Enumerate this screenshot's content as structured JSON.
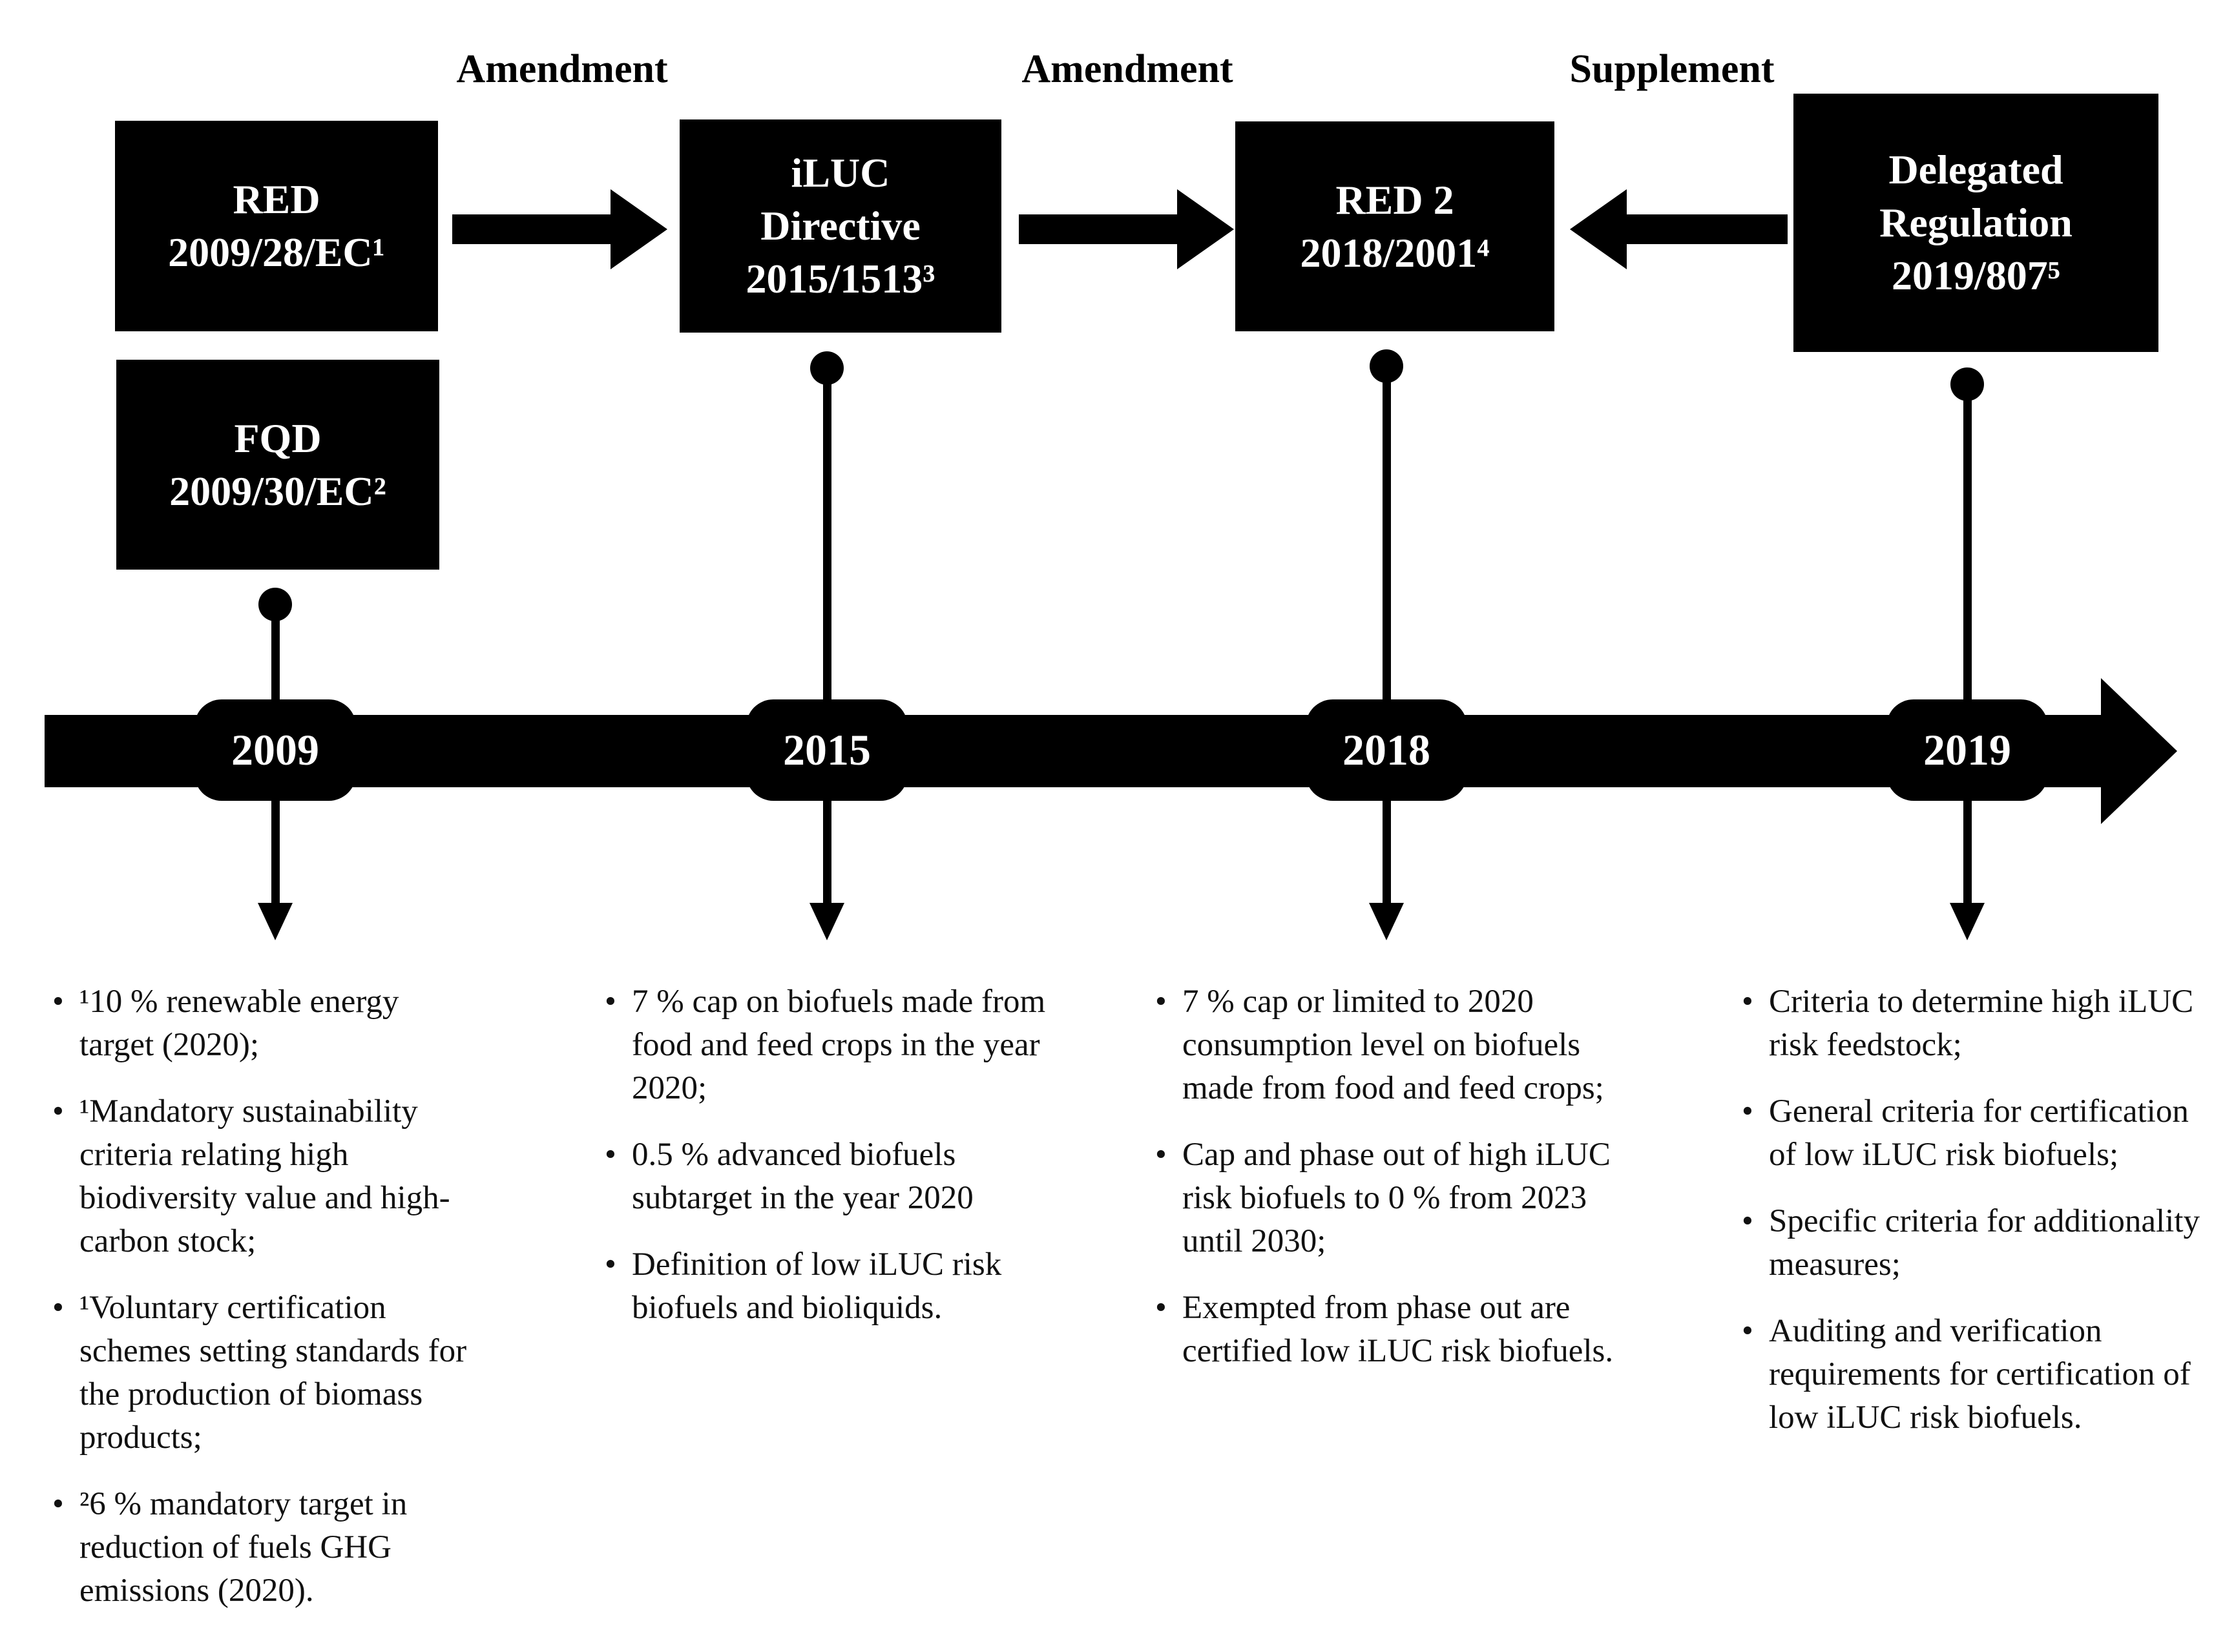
{
  "diagram": {
    "relations": [
      "Amendment",
      "Amendment",
      "Supplement"
    ],
    "boxes": {
      "red": {
        "lines": [
          "RED",
          "2009/28/EC¹"
        ]
      },
      "fqd": {
        "lines": [
          "FQD",
          "2009/30/EC²"
        ]
      },
      "iluc": {
        "lines": [
          "iLUC",
          "Directive",
          "2015/1513³"
        ]
      },
      "red2": {
        "lines": [
          "RED 2",
          "2018/2001⁴"
        ]
      },
      "delegated": {
        "lines": [
          "Delegated",
          "Regulation",
          "2019/807⁵"
        ]
      }
    },
    "timeline": {
      "years": [
        "2009",
        "2015",
        "2018",
        "2019"
      ]
    },
    "columns": [
      {
        "year": "2009",
        "bullets": [
          "¹10 % renewable energy target (2020);",
          "¹Mandatory sustainability criteria relating high biodiversity value and high-carbon stock;",
          "¹Voluntary certification schemes setting standards for the production of biomass products;",
          "²6 % mandatory target in reduction of fuels GHG emissions (2020)."
        ]
      },
      {
        "year": "2015",
        "bullets": [
          "7 % cap on biofuels made from food and feed crops in the year 2020;",
          "0.5 % advanced biofuels subtarget in the year 2020",
          "Definition of low iLUC risk biofuels and bioliquids."
        ]
      },
      {
        "year": "2018",
        "bullets": [
          "7 % cap or limited to 2020 consumption level on biofuels made from food and feed crops;",
          "Cap and phase out of high iLUC risk biofuels to 0 % from 2023 until 2030;",
          "Exempted from phase out are certified low iLUC risk biofuels."
        ]
      },
      {
        "year": "2019",
        "bullets": [
          "Criteria to determine high iLUC risk feedstock;",
          "General criteria for certification of low iLUC risk biofuels;",
          "Specific criteria for additionality measures;",
          "Auditing and verification requirements for certification of low iLUC risk biofuels."
        ]
      }
    ],
    "colors": {
      "ink": "#000000",
      "box_text": "#ffffff",
      "body_text": "#111111",
      "background": "#ffffff"
    }
  }
}
